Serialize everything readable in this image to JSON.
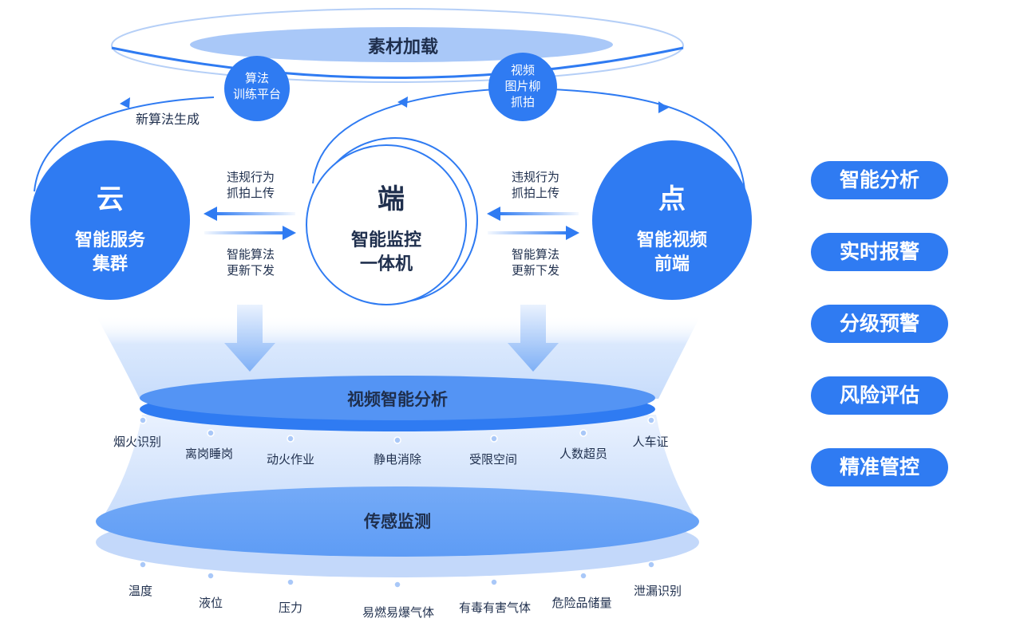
{
  "top_ring": {
    "label": "素材加载"
  },
  "bubbles": {
    "train": {
      "line1": "算法",
      "line2": "训练平台"
    },
    "capture": {
      "line1": "视频",
      "line2": "图片柳",
      "line3": "抓拍"
    }
  },
  "new_algo_label": "新算法生成",
  "nodes": {
    "cloud": {
      "glyph": "云",
      "line1": "智能服务",
      "line2": "集群"
    },
    "edge": {
      "glyph": "端",
      "line1": "智能监控",
      "line2": "一体机"
    },
    "point": {
      "glyph": "点",
      "line1": "智能视频",
      "line2": "前端"
    }
  },
  "left_arrows": {
    "upload_line1": "违规行为",
    "upload_line2": "抓拍上传",
    "download_line1": "智能算法",
    "download_line2": "更新下发"
  },
  "right_arrows": {
    "upload_line1": "违规行为",
    "upload_line2": "抓拍上传",
    "download_line1": "智能算法",
    "download_line2": "更新下发"
  },
  "video_layer": {
    "title": "视频智能分析",
    "items": [
      "烟火识别",
      "离岗睡岗",
      "动火作业",
      "静电消除",
      "受限空间",
      "人数超员",
      "人车证"
    ]
  },
  "sensor_layer": {
    "title": "传感监测",
    "items": [
      "温度",
      "液位",
      "压力",
      "易燃易爆气体",
      "有毒有害气体",
      "危险品储量",
      "泄漏识别"
    ]
  },
  "features": [
    "智能分析",
    "实时报警",
    "分级预警",
    "风险评估",
    "精准管控"
  ],
  "colors": {
    "primary": "#2f7bf2",
    "dark_text": "#1f2f4d",
    "light_blue": "#a8c8f8"
  }
}
